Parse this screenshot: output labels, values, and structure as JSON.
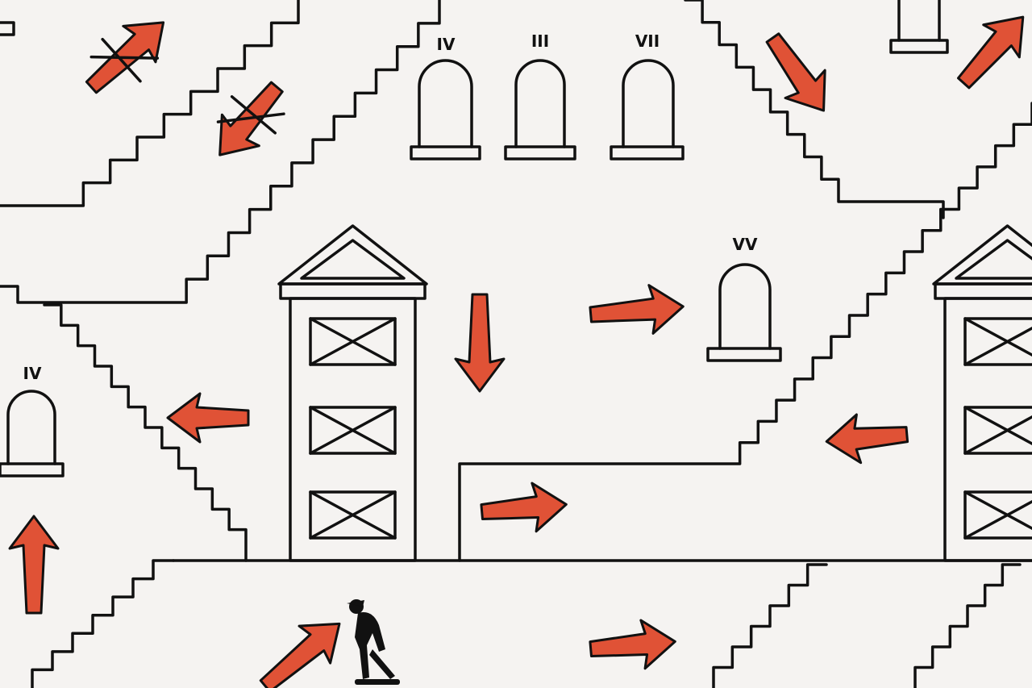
{
  "title_labels": {
    "arch_top_1": "IV",
    "arch_top_2": "III",
    "arch_top_3": "VII",
    "arch_mid_right": "VV",
    "arch_left": "IV"
  },
  "colors": {
    "background": "#f5f3f1",
    "ink": "#111111",
    "arrow": "#e05236"
  }
}
